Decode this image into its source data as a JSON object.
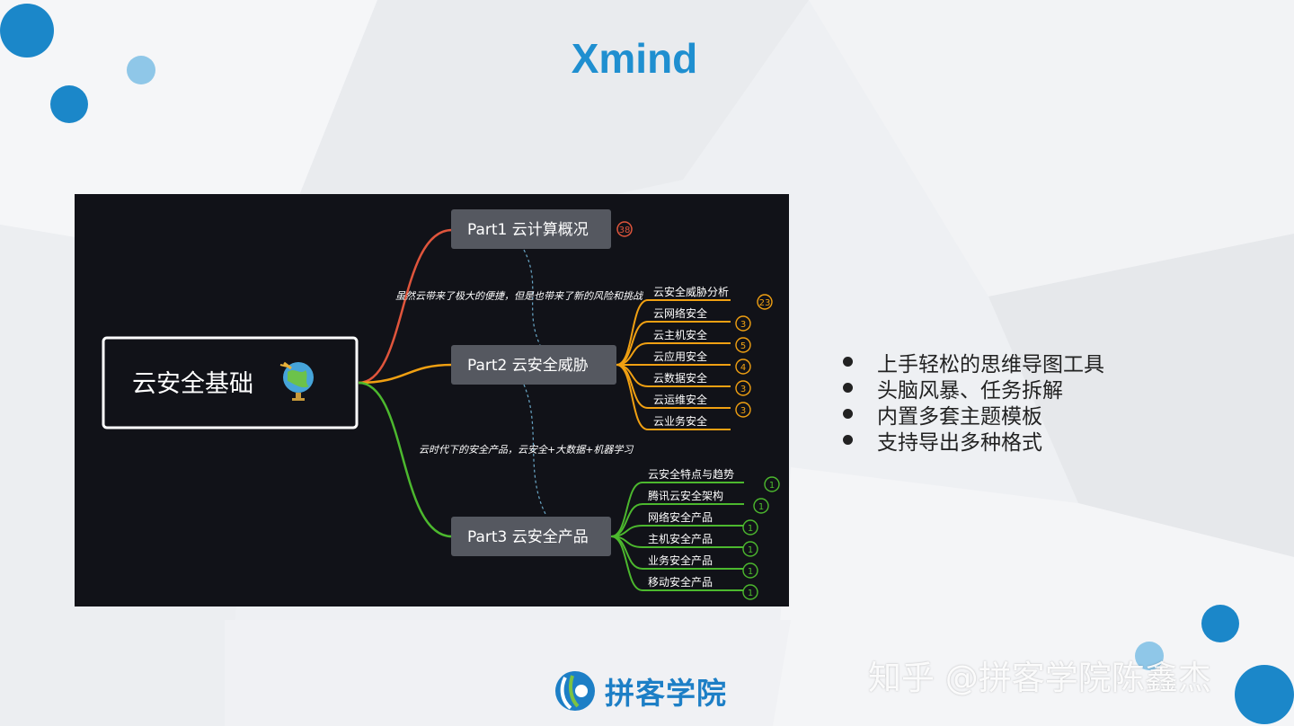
{
  "slide": {
    "title": "Xmind",
    "bullets": [
      "上手轻松的思维导图工具",
      "头脑风暴、任务拆解",
      "内置多套主题模板",
      "支持导出多种格式"
    ],
    "logo_text": "拼客学院",
    "watermark": "知乎 @拼客学院陈鑫杰"
  },
  "mindmap": {
    "root": {
      "label": "云安全基础",
      "icon": "globe-icon"
    },
    "branches": [
      {
        "label": "Part1 云计算概况",
        "color": "#e0553c",
        "badge": "38",
        "children": []
      },
      {
        "label": "Part2  云安全威胁",
        "color": "#f0a012",
        "children": [
          {
            "label": "云安全威胁分析",
            "badge": "23"
          },
          {
            "label": "云网络安全",
            "badge": "3"
          },
          {
            "label": "云主机安全",
            "badge": "5"
          },
          {
            "label": "云应用安全",
            "badge": "4"
          },
          {
            "label": "云数据安全",
            "badge": "3"
          },
          {
            "label": "云运维安全",
            "badge": "3"
          },
          {
            "label": "云业务安全",
            "badge": ""
          }
        ]
      },
      {
        "label": "Part3 云安全产品",
        "color": "#4cb82e",
        "children": [
          {
            "label": "云安全特点与趋势",
            "badge": "1"
          },
          {
            "label": "腾讯云安全架构",
            "badge": "1"
          },
          {
            "label": "网络安全产品",
            "badge": "1"
          },
          {
            "label": "主机安全产品",
            "badge": "1"
          },
          {
            "label": "业务安全产品",
            "badge": "1"
          },
          {
            "label": "移动安全产品",
            "badge": "1"
          }
        ]
      }
    ],
    "relations": [
      "虽然云带来了极大的便捷，但是也带来了新的风险和挑战",
      "云时代下的安全产品，云安全+大数据+机器学习"
    ]
  },
  "colors": {
    "accent": "#1f8fd0",
    "dot_dark": "#1b87c9",
    "dot_light": "#8fc7e8"
  }
}
